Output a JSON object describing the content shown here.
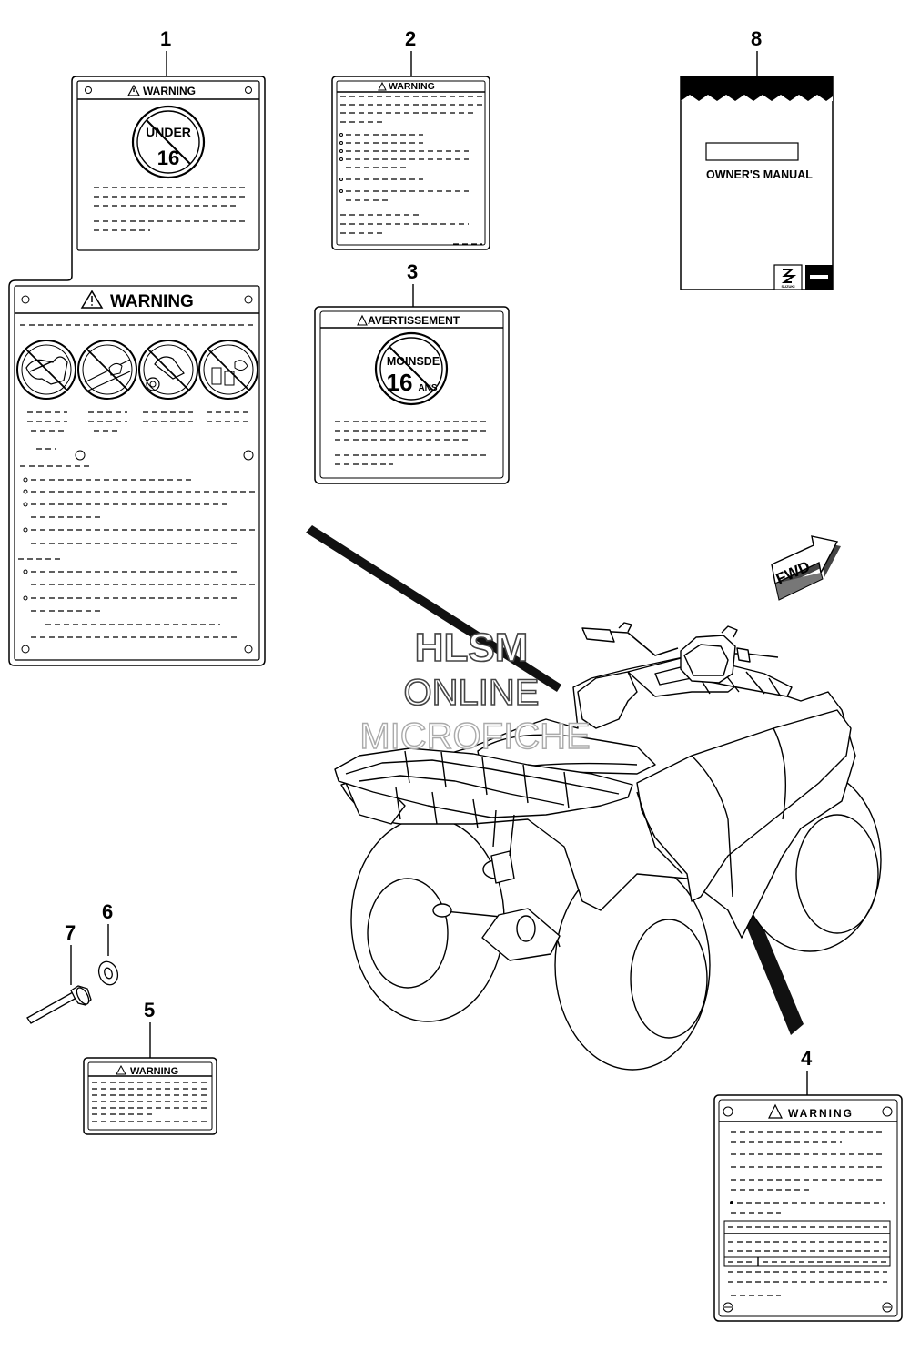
{
  "callouts": {
    "c1": "1",
    "c2": "2",
    "c3": "3",
    "c4": "4",
    "c5": "5",
    "c6": "6",
    "c7": "7",
    "c8": "8"
  },
  "label1": {
    "top_warning": "WARNING",
    "age_under": "UNDER",
    "age_num": "16",
    "main_warning": "WARNING"
  },
  "label2": {
    "warning": "WARNING"
  },
  "label3": {
    "warning": "AVERTISSEMENT",
    "age_text": "MOINSDE",
    "age_num": "16",
    "age_suffix": "ANS"
  },
  "label4": {
    "warning": "WARNING"
  },
  "label5": {
    "warning": "WARNING"
  },
  "manual": {
    "title": "OWNER'S MANUAL",
    "brand": "SUZUKI"
  },
  "fwd": {
    "text": "FWD"
  },
  "watermark": {
    "line1": "HLSM",
    "line2": "ONLINE",
    "line3": "MICROFICHE"
  },
  "icons": [
    "warning-triangle-icon",
    "no-under-16-icon",
    "no-passenger-icon",
    "no-road-icon",
    "no-stunt-icon",
    "no-alcohol-icon",
    "suzuki-logo-icon"
  ]
}
